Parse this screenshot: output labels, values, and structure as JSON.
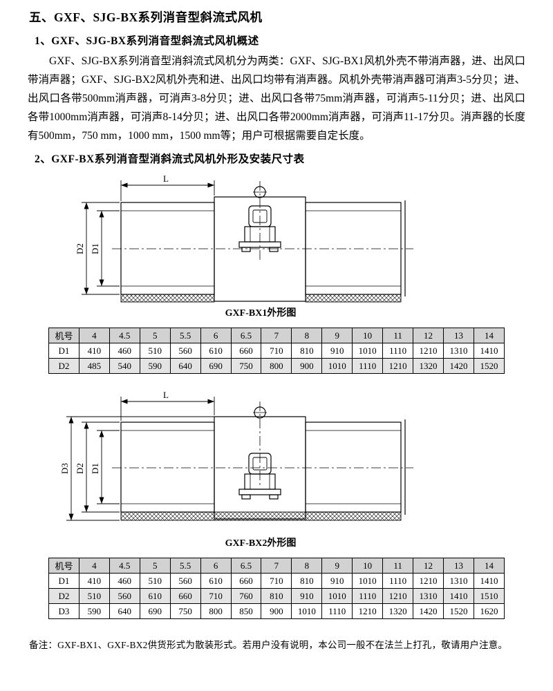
{
  "page": {
    "title": "五、GXF、SJG-BX系列消音型斜流式风机",
    "section1_heading": "1、GXF、SJG-BX系列消音型斜流式风机概述",
    "paragraph": "GXF、SJG-BX系列消音型消斜流式风机分为两类：GXF、SJG-BX1风机外壳不带消声器，进、出风口带消声器；GXF、SJG-BX2风机外壳和进、出风口均带有消声器。风机外壳带消声器可消声3-5分贝；进、出风口各带500mm消声器，可消声3-8分贝；进、出风口各带75mm消声器，可消声5-11分贝；进、出风口各带1000mm消声器，可消声8-14分贝；进、出风口各带2000mm消声器，可消声11-17分贝。消声器的长度有500mm，750 mm，1000 mm，1500 mm等；用户可根据需要自定长度。",
    "section2_heading": "2、GXF-BX系列消音型消斜流式风机外形及安装尺寸表",
    "note": "备注：GXF-BX1、GXF-BX2供货形式为散装形式。若用户没有说明，本公司一般不在法兰上打孔，敬请用户注意。"
  },
  "diagram1": {
    "caption": "GXF-BX1外形图",
    "dim_L": "L",
    "dim_D1": "D1",
    "dim_D2": "D2"
  },
  "diagram2": {
    "caption": "GXF-BX2外形图",
    "dim_L": "L",
    "dim_D1": "D1",
    "dim_D2": "D2",
    "dim_D3": "D3"
  },
  "table1": {
    "header": [
      "机号",
      "4",
      "4.5",
      "5",
      "5.5",
      "6",
      "6.5",
      "7",
      "8",
      "9",
      "10",
      "11",
      "12",
      "13",
      "14"
    ],
    "rows": [
      {
        "label": "D1",
        "values": [
          "410",
          "460",
          "510",
          "560",
          "610",
          "660",
          "710",
          "810",
          "910",
          "1010",
          "1110",
          "1210",
          "1310",
          "1410"
        ]
      },
      {
        "label": "D2",
        "values": [
          "485",
          "540",
          "590",
          "640",
          "690",
          "750",
          "800",
          "900",
          "1010",
          "1110",
          "1210",
          "1320",
          "1420",
          "1520"
        ]
      }
    ]
  },
  "table2": {
    "header": [
      "机号",
      "4",
      "4.5",
      "5",
      "5.5",
      "6",
      "6.5",
      "7",
      "8",
      "9",
      "10",
      "11",
      "12",
      "13",
      "14"
    ],
    "rows": [
      {
        "label": "D1",
        "values": [
          "410",
          "460",
          "510",
          "560",
          "610",
          "660",
          "710",
          "810",
          "910",
          "1010",
          "1110",
          "1210",
          "1310",
          "1410"
        ]
      },
      {
        "label": "D2",
        "values": [
          "510",
          "560",
          "610",
          "660",
          "710",
          "760",
          "810",
          "910",
          "1010",
          "1110",
          "1210",
          "1310",
          "1410",
          "1510"
        ]
      },
      {
        "label": "D3",
        "values": [
          "590",
          "640",
          "690",
          "750",
          "800",
          "850",
          "900",
          "1010",
          "1110",
          "1210",
          "1320",
          "1420",
          "1520",
          "1620"
        ]
      }
    ]
  }
}
